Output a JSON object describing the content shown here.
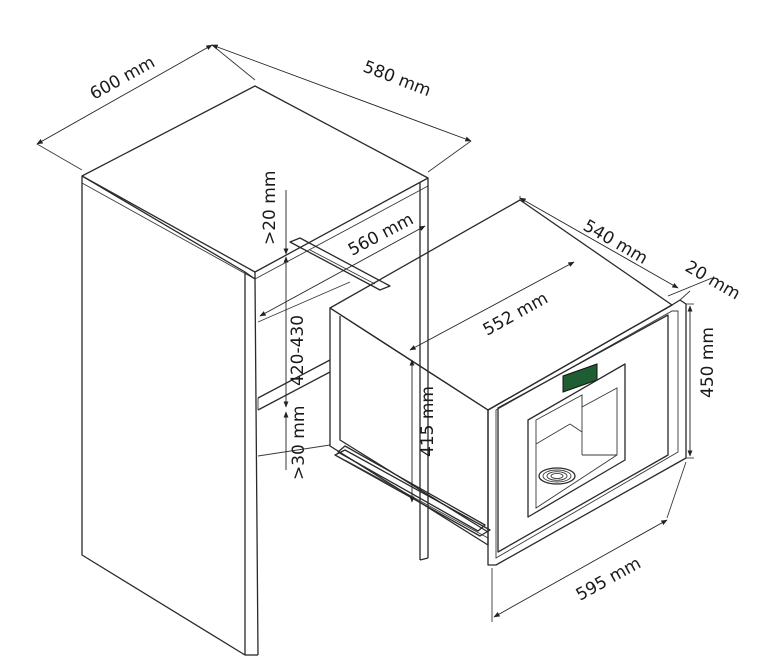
{
  "colors": {
    "line": "#2a2a2a",
    "display": "#1f5e33",
    "background": "#ffffff"
  },
  "dimensions": {
    "cabinet_width": "600 mm",
    "cabinet_depth": "580 mm",
    "gap_top": ">20 mm",
    "inner_depth": "560 mm",
    "niche_height": "420-430",
    "gap_bottom": ">30 mm",
    "appliance_depth": "540 mm",
    "front_thickness": "20 mm",
    "appliance_width_inner": "552 mm",
    "front_height": "450 mm",
    "body_height": "415 mm",
    "front_width": "595 mm"
  }
}
